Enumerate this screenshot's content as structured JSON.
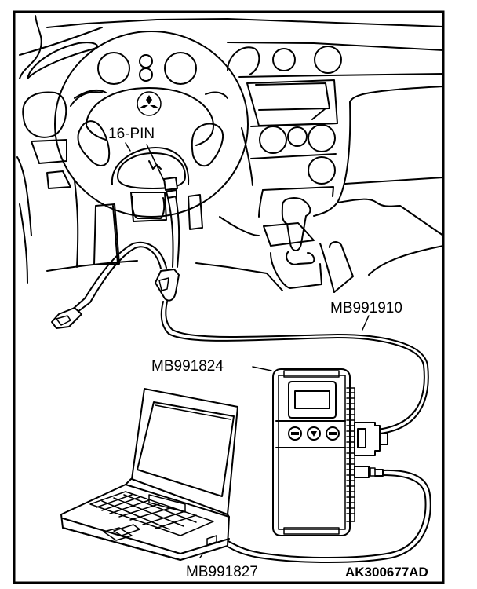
{
  "diagram": {
    "type": "technical-illustration",
    "subject": "Scan tool connection to vehicle diagnostic connector",
    "labels": {
      "connector": "16-PIN",
      "main_harness": "MB991910",
      "vci_unit": "MB991824",
      "usb_cable": "MB991827"
    },
    "figure_code": "AK300677AD",
    "components": [
      {
        "id": "steering-wheel",
        "name": "Steering wheel with emblem"
      },
      {
        "id": "dashboard",
        "name": "Instrument panel and center console"
      },
      {
        "id": "data-link-connector",
        "name": "16-pin diagnostic connector",
        "label_ref": "connector"
      },
      {
        "id": "main-harness",
        "name": "Main harness",
        "label_ref": "main_harness"
      },
      {
        "id": "vci",
        "name": "Vehicle communication interface",
        "label_ref": "vci_unit"
      },
      {
        "id": "usb-cable",
        "name": "USB cable",
        "label_ref": "usb_cable"
      },
      {
        "id": "laptop",
        "name": "Personal computer"
      }
    ],
    "colors": {
      "line": "#000000",
      "background": "#ffffff"
    }
  }
}
